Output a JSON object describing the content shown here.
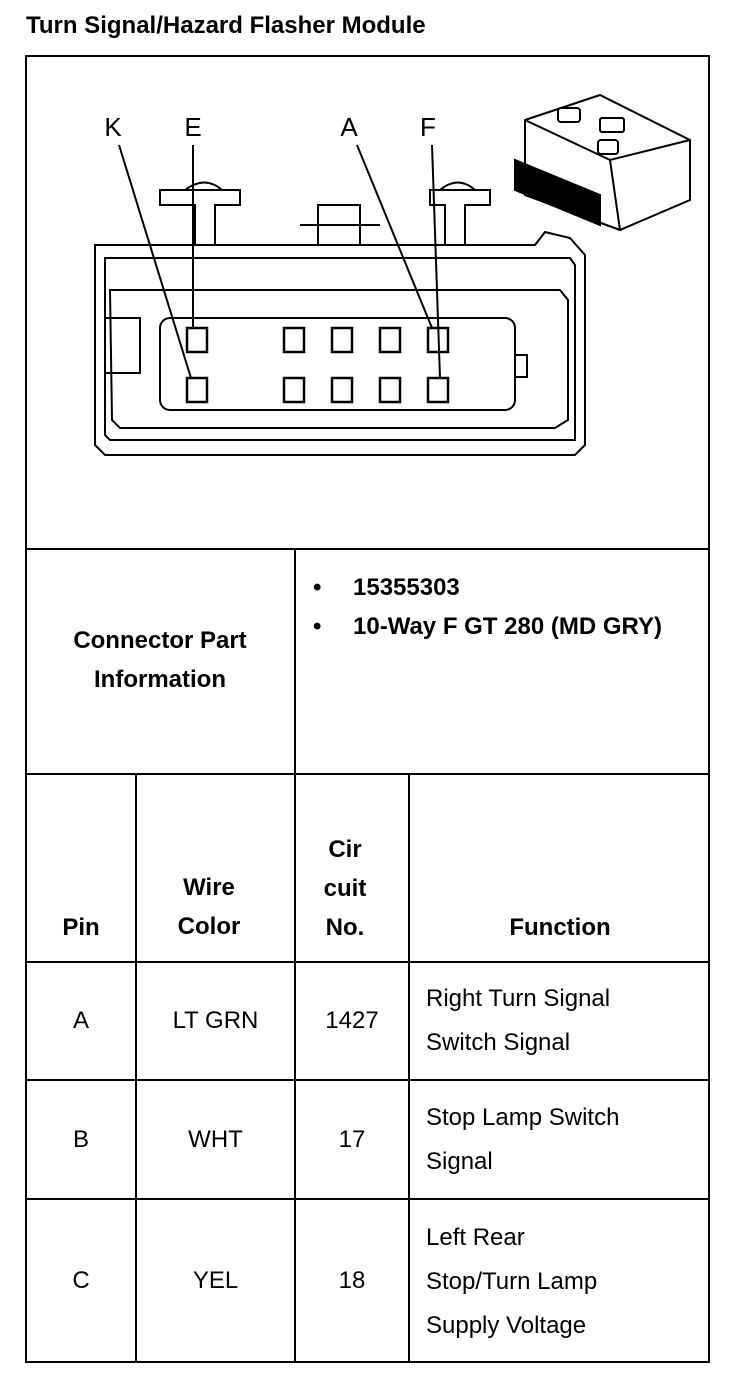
{
  "title": "Turn Signal/Hazard Flasher Module",
  "diagram": {
    "pin_labels": [
      "K",
      "E",
      "A",
      "F"
    ]
  },
  "connector_info": {
    "label": "Connector Part Information",
    "items": [
      "15355303",
      "10-Way F GT 280 (MD GRY)"
    ]
  },
  "table": {
    "headers": {
      "pin": "Pin",
      "wire_color": "Wire Color",
      "circuit_no": "Cir cuit No.",
      "function": "Function"
    },
    "rows": [
      {
        "pin": "A",
        "wire_color": "LT GRN",
        "circuit": "1427",
        "function": [
          "Right Turn Signal",
          "Switch Signal"
        ]
      },
      {
        "pin": "B",
        "wire_color": "WHT",
        "circuit": "17",
        "function": [
          "Stop Lamp Switch",
          "Signal"
        ]
      },
      {
        "pin": "C",
        "wire_color": "YEL",
        "circuit": "18",
        "function": [
          "Left Rear",
          "Stop/Turn Lamp",
          "Supply Voltage"
        ]
      }
    ]
  }
}
